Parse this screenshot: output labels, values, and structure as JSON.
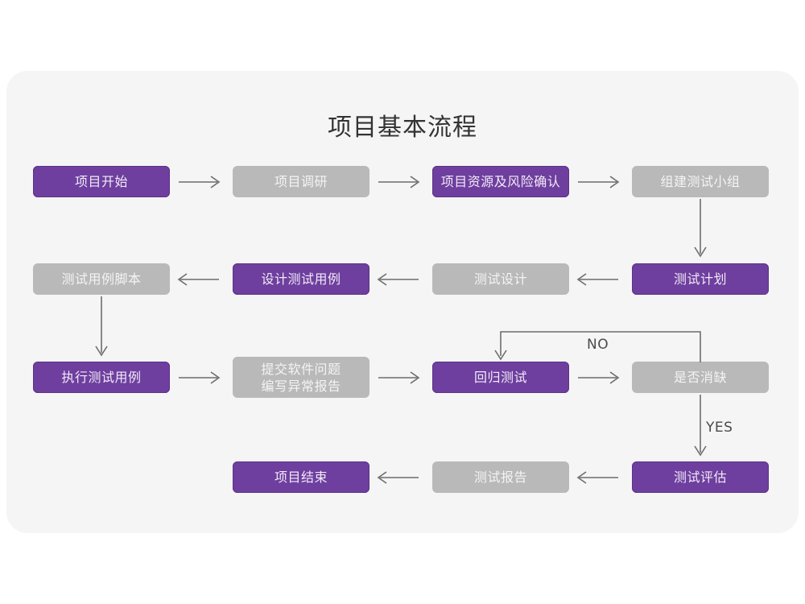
{
  "page": {
    "background_color": "#ffffff",
    "card_color": "#f5f5f5"
  },
  "header": {
    "title": "项目基本流程"
  },
  "palette": {
    "purple": "#6e3f9e",
    "gray": "#b9b9b9",
    "line": "#6d6d6d",
    "text_on_purple": "#f2eaf8",
    "text_on_gray": "#f4f4f4",
    "label_text": "#4a4a4a"
  },
  "flow": {
    "rows": [
      {
        "row_name": "row-1",
        "nodes": [
          {
            "id": "project-start",
            "label": "项目开始",
            "style": "purple"
          },
          {
            "id": "project-research",
            "label": "项目调研",
            "style": "gray"
          },
          {
            "id": "resource-risk-confirm",
            "label": "项目资源及风险确认",
            "style": "purple"
          },
          {
            "id": "build-test-team",
            "label": "组建测试小组",
            "style": "gray"
          }
        ]
      },
      {
        "row_name": "row-2",
        "nodes": [
          {
            "id": "testcase-script",
            "label": "测试用例脚本",
            "style": "gray"
          },
          {
            "id": "design-testcase",
            "label": "设计测试用例",
            "style": "purple"
          },
          {
            "id": "test-design",
            "label": "测试设计",
            "style": "gray"
          },
          {
            "id": "test-plan",
            "label": "测试计划",
            "style": "purple"
          }
        ]
      },
      {
        "row_name": "row-3",
        "nodes": [
          {
            "id": "execute-testcase",
            "label": "执行测试用例",
            "style": "purple"
          },
          {
            "id": "submit-defect-report",
            "label": "提交软件问题\n编写异常报告",
            "style": "gray"
          },
          {
            "id": "regression-test",
            "label": "回归测试",
            "style": "purple"
          },
          {
            "id": "defect-cleared",
            "label": "是否消缺",
            "style": "gray"
          }
        ]
      },
      {
        "row_name": "row-4",
        "nodes": [
          {
            "id": "project-end",
            "label": "项目结束",
            "style": "purple"
          },
          {
            "id": "test-report",
            "label": "测试报告",
            "style": "gray"
          },
          {
            "id": "test-evaluation",
            "label": "测试评估",
            "style": "purple"
          }
        ]
      }
    ],
    "edge_labels": {
      "no": "NO",
      "yes": "YES"
    }
  }
}
